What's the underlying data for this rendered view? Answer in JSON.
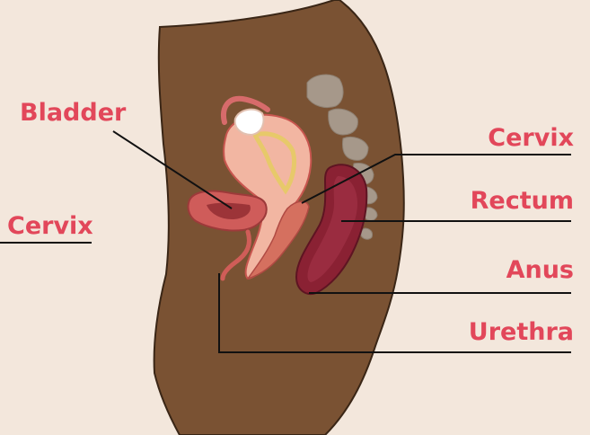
{
  "labels": {
    "bladder": "Bladder",
    "cervix_left": "Cervix",
    "cervix_right": "Cervix",
    "rectum": "Rectum",
    "anus": "Anus",
    "urethra": "Urethra"
  },
  "colors": {
    "background": "#f3e7dc",
    "label": "#e2475a",
    "body": "#7a5233",
    "body_outline": "#3a2616",
    "spine": "#a6988a",
    "uterus": "#f2b6a2",
    "uterus_outline": "#c8564f",
    "endometrium": "#e7c96a",
    "bladder": "#cf5c5a",
    "rectum": "#8a2133",
    "leader_line": "#111111"
  }
}
